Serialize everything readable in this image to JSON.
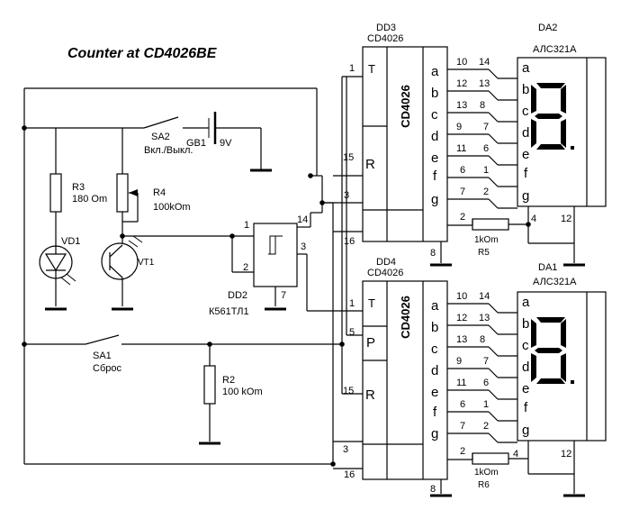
{
  "title": "Counter at CD4026BE",
  "dd3": {
    "ref": "DD3",
    "type": "CD4026",
    "chip": "CD4026",
    "pins_left": [
      {
        "label": "T",
        "num": "1"
      },
      {
        "label": "R",
        "num": "15"
      },
      {
        "num": "3"
      },
      {
        "num": "16"
      }
    ],
    "outputs": [
      "a",
      "b",
      "c",
      "d",
      "e",
      "f",
      "g"
    ],
    "out_pins": [
      "10",
      "12",
      "13",
      "9",
      "11",
      "6",
      "7"
    ],
    "pin8": "8",
    "pin2": "2"
  },
  "dd4": {
    "ref": "DD4",
    "type": "CD4026",
    "chip": "CD4026",
    "pins_left": [
      {
        "label": "T",
        "num": "1"
      },
      {
        "label": "P",
        "num": "5"
      },
      {
        "label": "R",
        "num": "15"
      },
      {
        "num": "3"
      },
      {
        "num": "16"
      }
    ],
    "outputs": [
      "a",
      "b",
      "c",
      "d",
      "e",
      "f",
      "g"
    ],
    "out_pins": [
      "10",
      "12",
      "13",
      "9",
      "11",
      "6",
      "7"
    ],
    "pin8": "8",
    "pin2": "2"
  },
  "da2": {
    "ref": "DA2",
    "type": "АЛС321А",
    "seg_pins": [
      "14",
      "13",
      "8",
      "7",
      "6",
      "1",
      "2"
    ],
    "segs": [
      "a",
      "b",
      "c",
      "d",
      "e",
      "f",
      "g"
    ],
    "pin4": "4",
    "pin12": "12"
  },
  "da1": {
    "ref": "DA1",
    "type": "АЛС321А",
    "seg_pins": [
      "14",
      "13",
      "8",
      "7",
      "6",
      "1",
      "2"
    ],
    "segs": [
      "a",
      "b",
      "c",
      "d",
      "e",
      "f",
      "g"
    ],
    "pin4": "4",
    "pin12": "12"
  },
  "dd2": {
    "ref": "DD2",
    "type": "К561ТЛ1",
    "pin1": "1",
    "pin2": "2",
    "pin14": "14",
    "pin3": "3",
    "pin7": "7"
  },
  "sa2": {
    "ref": "SA2",
    "label": "Вкл./Выкл."
  },
  "gb1": {
    "ref": "GB1",
    "value": "9V"
  },
  "sa1": {
    "ref": "SA1",
    "label": "Сброс"
  },
  "r3": {
    "ref": "R3",
    "value": "180 Om"
  },
  "r4": {
    "ref": "R4",
    "value": "100kOm"
  },
  "r2": {
    "ref": "R2",
    "value": "100 kOm"
  },
  "r5": {
    "ref": "R5",
    "value": "1kOm"
  },
  "r6": {
    "ref": "R6",
    "value": "1kOm"
  },
  "vd1": {
    "ref": "VD1"
  },
  "vt1": {
    "ref": "VT1"
  }
}
